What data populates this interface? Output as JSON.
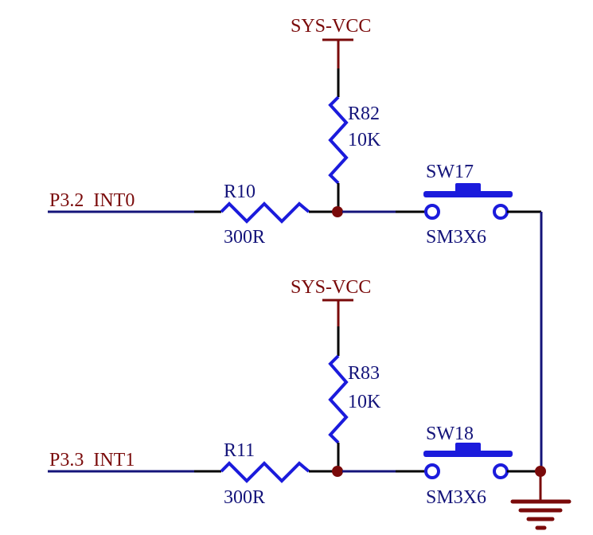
{
  "schematic": {
    "power_nets": [
      {
        "label": "SYS-VCC"
      },
      {
        "label": "SYS-VCC"
      }
    ],
    "net_labels": [
      {
        "label": "P3.2_INT0",
        "display": "P3.2  INT0"
      },
      {
        "label": "P3.3_INT1",
        "display": "P3.3  INT1"
      }
    ],
    "resistors": [
      {
        "designator": "R82",
        "value": "10K"
      },
      {
        "designator": "R10",
        "value": "300R"
      },
      {
        "designator": "R83",
        "value": "10K"
      },
      {
        "designator": "R11",
        "value": "300R"
      }
    ],
    "switches": [
      {
        "designator": "SW17",
        "footprint": "SM3X6"
      },
      {
        "designator": "SW18",
        "footprint": "SM3X6"
      }
    ],
    "ground": {
      "symbol": "ground-icon"
    },
    "colors": {
      "net_label": "#7a0a0a",
      "component_label": "#14147a",
      "component_body": "#1b1bdc",
      "wire": "#000000",
      "junction": "#7a0a0a"
    }
  }
}
